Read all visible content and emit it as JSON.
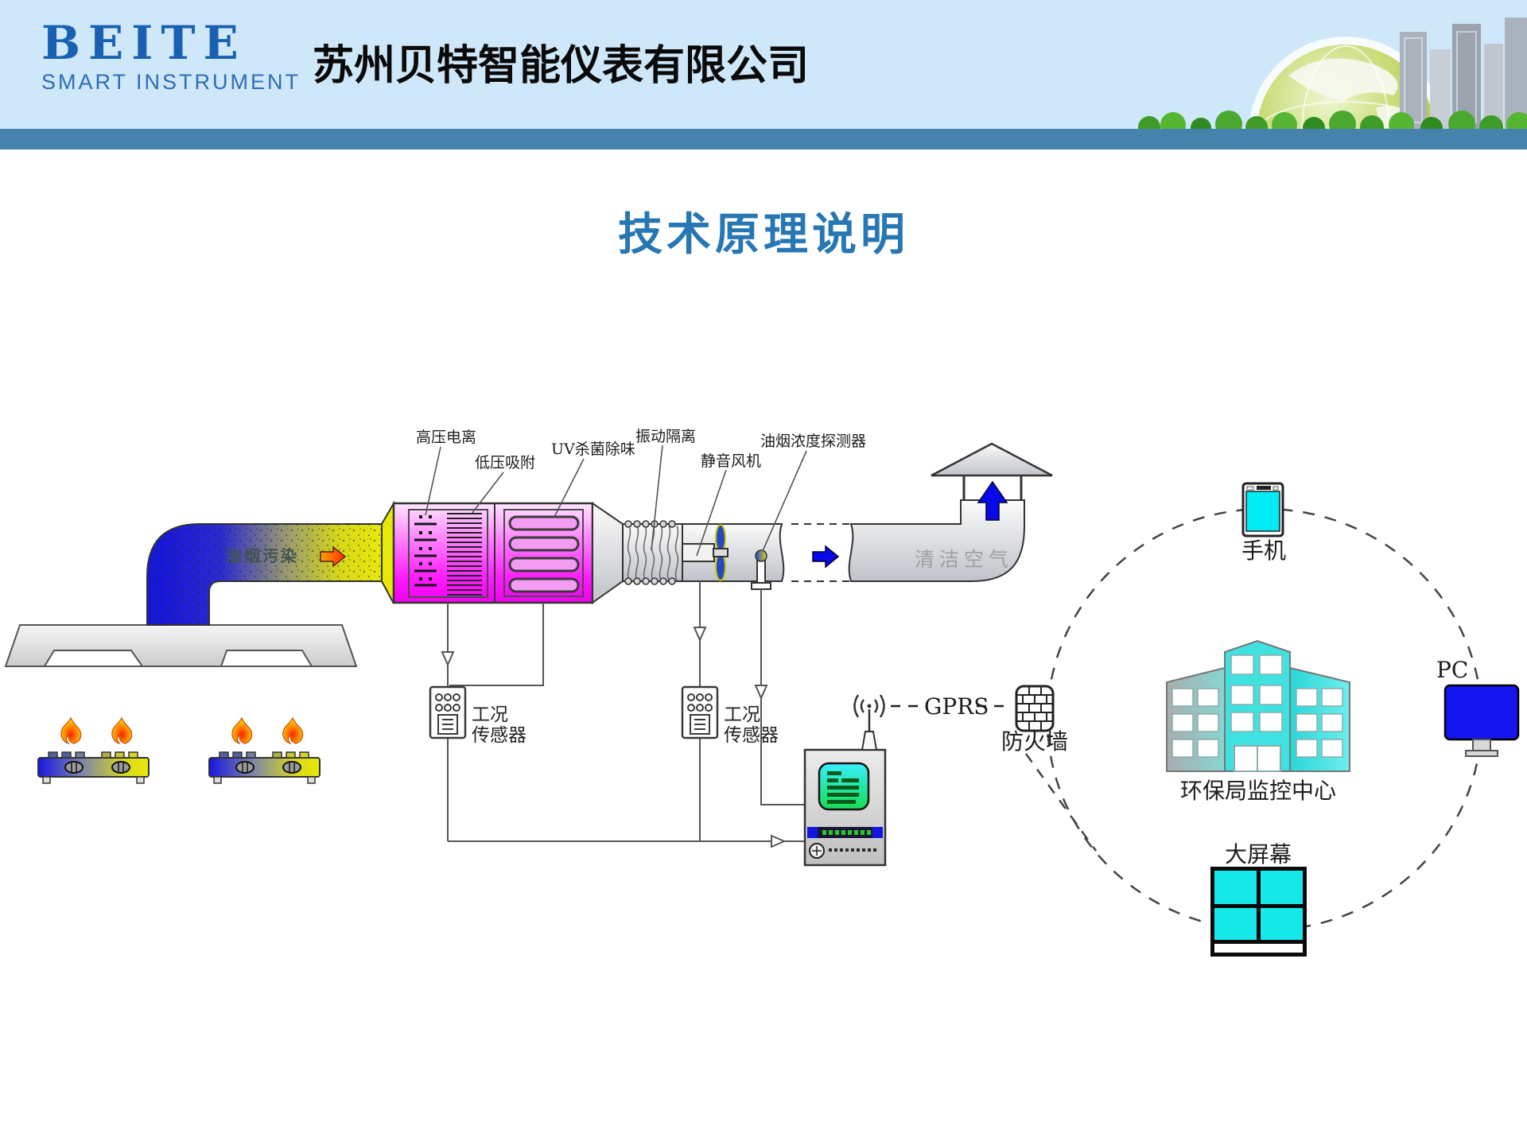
{
  "header": {
    "logo_title": "BEITE",
    "logo_subtitle": "SMART INSTRUMENT",
    "company_name": "苏州贝特智能仪表有限公司"
  },
  "title": "技术原理说明",
  "colors": {
    "header_bg": "#CEE7F9",
    "divider_bar": "#4583AD",
    "title_text": "#2777B4",
    "logo_blue": "#1A60B2",
    "purifier_magenta": "#FF00FF",
    "duct_blue": "#1717D8",
    "duct_yellow": "#E8E808",
    "flow_arrow_blue": "#0808E8",
    "screen_cyan": "#17E8EA",
    "pc_monitor_blue": "#1515F0",
    "device_screen_green": "#18DC50",
    "flame_orange": "#FF7A00"
  },
  "diagram": {
    "labels": {
      "high_voltage_ionization": "高压电离",
      "low_pressure_adsorption": "低压吸附",
      "uv_sterilization_deodorize": "UV杀菌除味",
      "vibration_isolation": "振动隔离",
      "silent_fan": "静音风机",
      "fume_concentration_detector": "油烟浓度探测器",
      "fume_pollution": "油烟污染",
      "clean_air": "清洁空气",
      "gprs": "GPRS",
      "firewall": "防火墙",
      "mobile_phone": "手机",
      "pc": "PC",
      "epa_monitoring_center": "环保局监控中心",
      "big_screen": "大屏幕"
    },
    "sensors": [
      {
        "line1": "工况",
        "line2": "传感器"
      },
      {
        "line1": "工况",
        "line2": "传感器"
      }
    ]
  }
}
